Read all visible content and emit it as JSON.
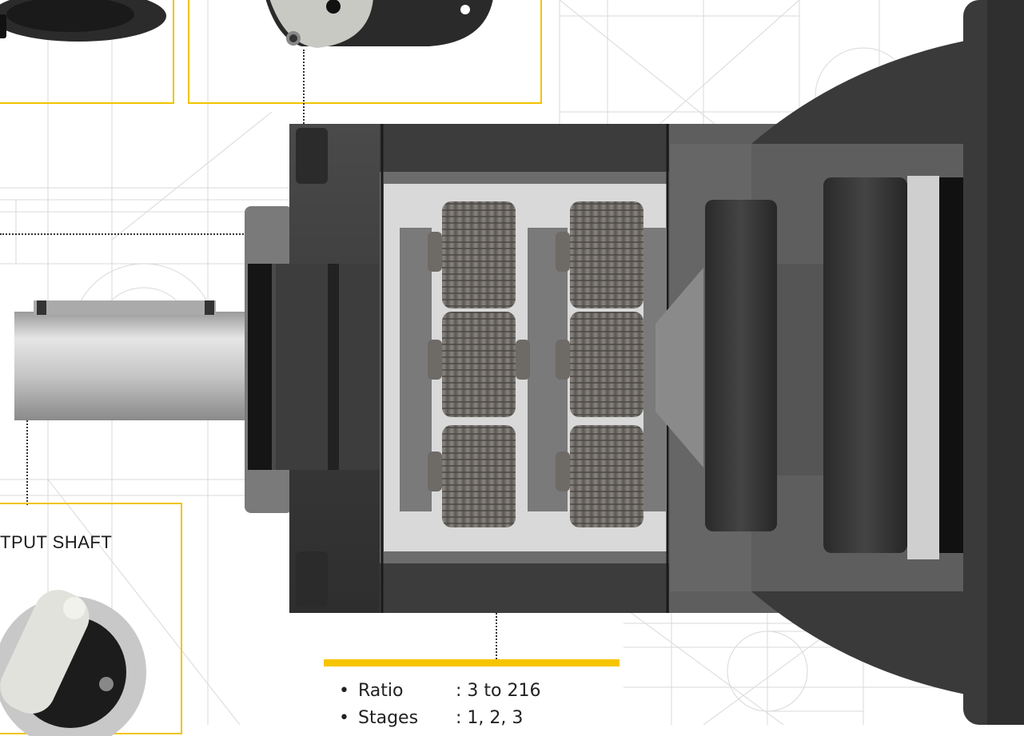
{
  "colors": {
    "accent": "#f7c500",
    "housing": "#3a3a3a",
    "gear": "#6a6662",
    "shaft": "#c8c8c8"
  },
  "callouts": {
    "output_shaft_label": "TPUT SHAFT"
  },
  "specs": [
    {
      "key": "Ratio",
      "value": ": 3 to 216"
    },
    {
      "key": "Stages",
      "value": ": 1, 2, 3"
    }
  ],
  "icons": {
    "bullet": "•"
  }
}
